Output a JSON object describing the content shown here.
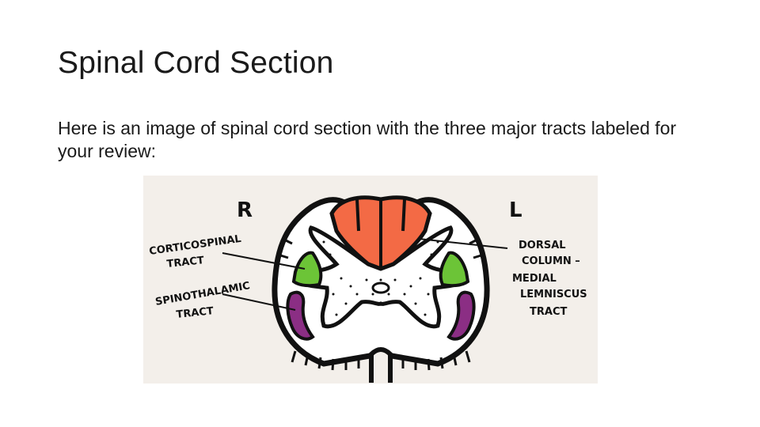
{
  "slide": {
    "title": "Spinal Cord Section",
    "body": "Here is an image of spinal cord section with the three major tracts labeled for your review:"
  },
  "figure": {
    "side_labels": {
      "right": "R",
      "left": "L"
    },
    "tract_labels": {
      "corticospinal_line1": "CORTICOSPINAL",
      "corticospinal_line2": "TRACT",
      "spinothalamic_line1": "SPINOTHALAMIC",
      "spinothalamic_line2": "TRACT",
      "dorsal_line1": "DORSAL",
      "dorsal_line2": "COLUMN –",
      "dorsal_line3": "MEDIAL",
      "dorsal_line4": "LEMNISCUS",
      "dorsal_line5": "TRACT"
    },
    "colors": {
      "dorsal_column": "#f36a45",
      "corticospinal": "#6cc437",
      "spinothalamic": "#8b2e84",
      "paper": "#f3efea",
      "ink": "#111111"
    }
  }
}
